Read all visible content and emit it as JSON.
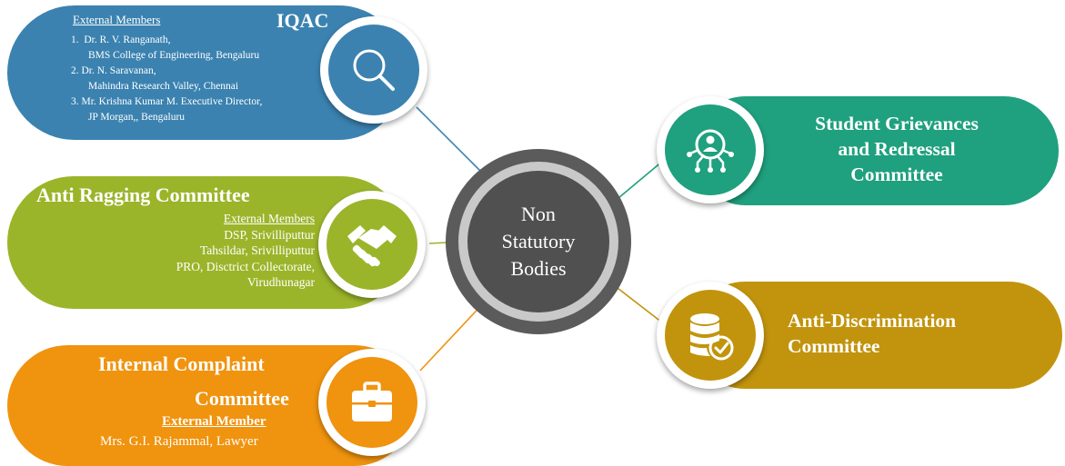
{
  "center": {
    "lines": [
      "Non",
      "Statutory",
      "Bodies"
    ]
  },
  "iqac": {
    "title": "IQAC",
    "subheading": "External Members",
    "members": [
      {
        "num": "1.",
        "name": "Dr. R. V. Ranganath,",
        "org": "BMS College of Engineering, Bengaluru"
      },
      {
        "num": "2.",
        "name": "Dr. N. Saravanan,",
        "org": "Mahindra Research Valley, Chennai"
      },
      {
        "num": "3.",
        "name": "Mr. Krishna Kumar M. Executive Director,",
        "org": "JP Morgan,, Bengaluru"
      }
    ],
    "icon": "search-icon"
  },
  "anti_ragging": {
    "title": "Anti Ragging Committee",
    "subheading": "External Members",
    "lines": [
      "DSP, Srivilliputtur",
      "Tahsildar, Srivilliputtur",
      "PRO, Disctrict Collectorate,",
      "Virudhunagar"
    ],
    "icon": "handshake-icon"
  },
  "internal_complaint": {
    "title_line1": "Internal Complaint",
    "title_line2": "Committee",
    "subheading": "External Member",
    "member": "Mrs. G.I. Rajammal, Lawyer",
    "icon": "briefcase-icon"
  },
  "student_grievances": {
    "title_lines": [
      "Student Grievances",
      "and Redressal",
      "Committee"
    ],
    "icon": "user-network-icon"
  },
  "anti_discrimination": {
    "title_lines": [
      "Anti-Discrimination",
      "Committee"
    ],
    "icon": "database-check-icon"
  },
  "colors": {
    "iqac": "#3b82b0",
    "anti_ragging": "#9ab52a",
    "internal_complaint": "#f0930e",
    "student_grievances": "#1fa07e",
    "anti_discrimination": "#c2940d",
    "center_outer": "#5b5b5b",
    "center_ring": "#c9c9c9",
    "center_inner": "#505050"
  }
}
